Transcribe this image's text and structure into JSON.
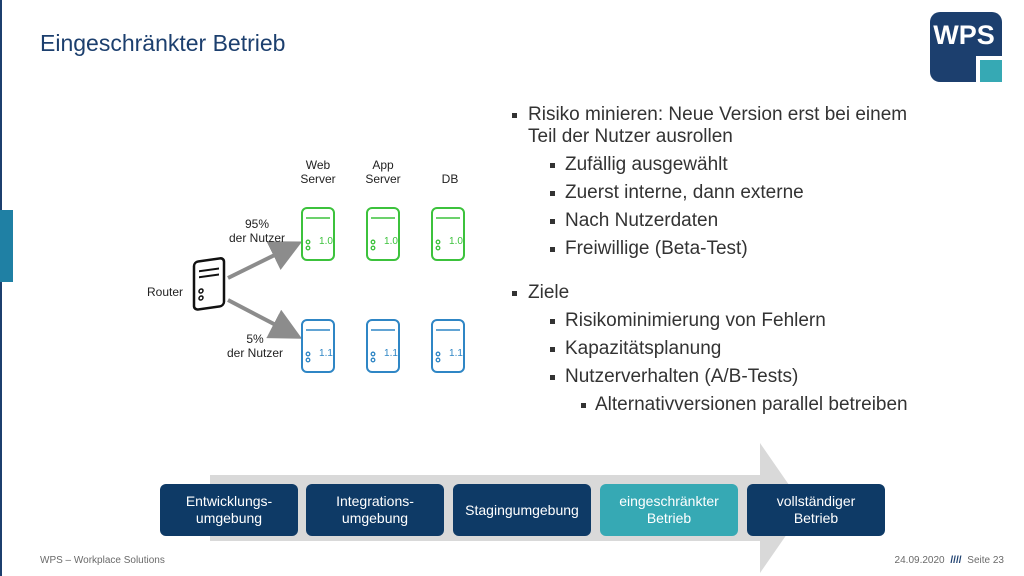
{
  "slide": {
    "title": "Eingeschränkter Betrieb",
    "logo_text": "WPS"
  },
  "bullets": [
    {
      "level": 0,
      "text": "Risiko minieren: Neue Version erst bei einem Teil der Nutzer ausrollen"
    },
    {
      "level": 1,
      "text": "Zufällig ausgewählt"
    },
    {
      "level": 1,
      "text": "Zuerst interne, dann externe"
    },
    {
      "level": 1,
      "text": "Nach Nutzerdaten"
    },
    {
      "level": 1,
      "text": "Freiwillige (Beta-Test)"
    },
    {
      "level": 0,
      "text": "Ziele"
    },
    {
      "level": 1,
      "text": "Risikominimierung von Fehlern"
    },
    {
      "level": 1,
      "text": "Kapazitätsplanung"
    },
    {
      "level": 1,
      "text": "Nutzerverhalten (A/B-Tests)"
    },
    {
      "level": 2,
      "text": "Alternativversionen parallel betreiben"
    }
  ],
  "diagram": {
    "router_label": "Router",
    "columns": [
      "Web Server",
      "App Server",
      "DB"
    ],
    "col_web": "Web\nServer",
    "col_app": "App\nServer",
    "col_db": "DB",
    "top_share": "95%\nder Nutzer",
    "bottom_share": "5%\nder Nutzer",
    "version_old": "1.0",
    "version_new": "1.1",
    "color_old": "#3cc23c",
    "color_new": "#2f86c5"
  },
  "pipeline": {
    "stages": [
      {
        "label": "Entwicklungs-\numgebung",
        "active": false
      },
      {
        "label": "Integrations-\numgebung",
        "active": false
      },
      {
        "label": "Stagingumgebung",
        "active": false
      },
      {
        "label": "eingeschränkter\nBetrieb",
        "active": true
      },
      {
        "label": "vollständiger\nBetrieb",
        "active": false
      }
    ]
  },
  "footer": {
    "company": "WPS – Workplace Solutions",
    "date": "24.09.2020",
    "separator": "////",
    "page": "Seite 23"
  }
}
